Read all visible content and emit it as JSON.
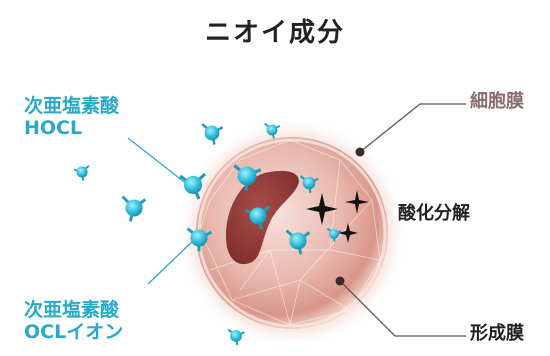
{
  "title": "ニオイ成分",
  "hocl": {
    "name": "次亜塩素酸",
    "formula": "HOCL"
  },
  "ocl": {
    "name": "次亜塩素酸",
    "formula": "OCLイオン"
  },
  "cell_membrane": "細胞膜",
  "oxidative_decomposition": "酸化分解",
  "plasma_membrane": "形成膜",
  "colors": {
    "accent": "#29a9c9",
    "membrane_label": "#8a6c6a",
    "text": "#222222"
  },
  "icons": [
    "molecule-icon",
    "sparkle-icon"
  ]
}
